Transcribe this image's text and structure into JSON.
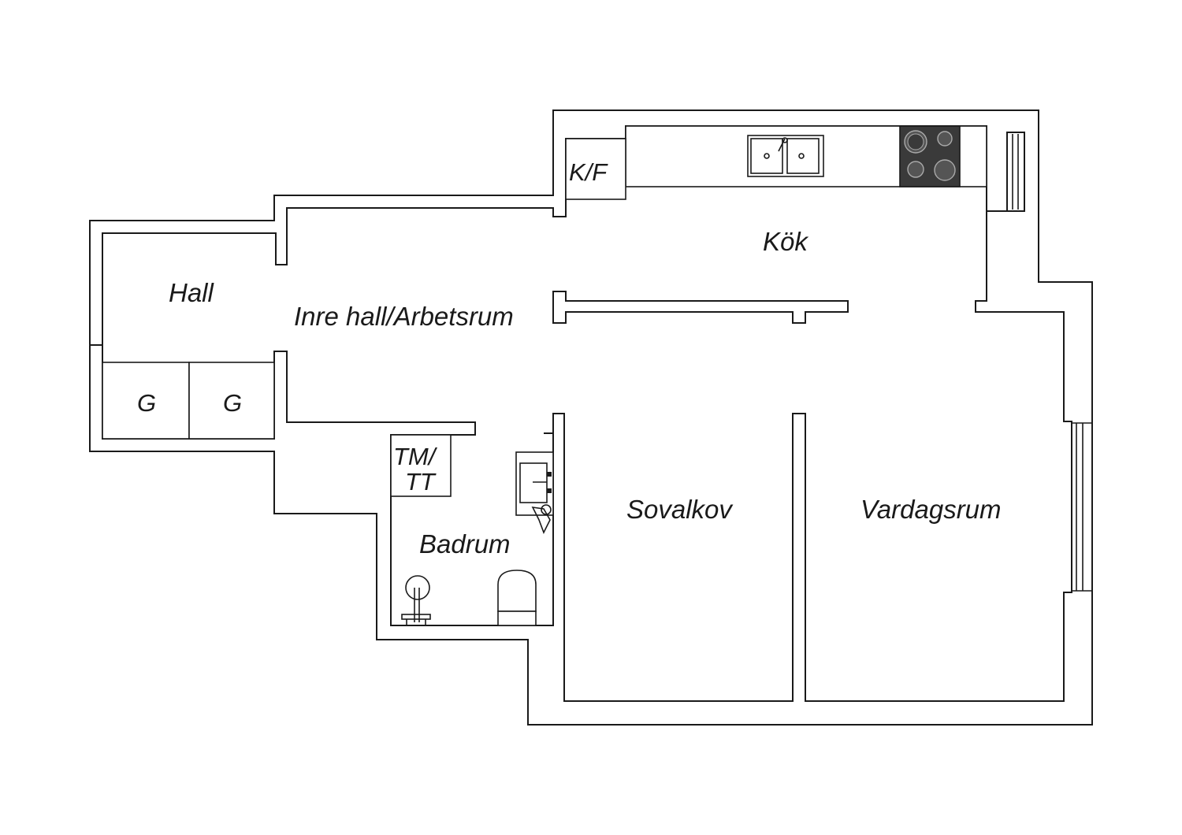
{
  "rooms": {
    "kok": "Kök",
    "hall": "Hall",
    "inre_hall": "Inre hall/Arbetsrum",
    "sovalkov": "Sovalkov",
    "vardagsrum": "Vardagsrum",
    "badrum": "Badrum"
  },
  "fixtures": {
    "kf": "K/F",
    "garderob_1": "G",
    "garderob_2": "G",
    "tm_line1": "TM/",
    "tm_line2": "TT"
  },
  "icons": {
    "sink": "double-sink-icon",
    "stove": "stove-icon",
    "washbasin": "washbasin-icon",
    "shower": "shower-icon",
    "toilet": "toilet-icon"
  },
  "colors": {
    "wall": "#1a1a1a",
    "stove": "#3a3a3a",
    "background": "#ffffff"
  }
}
